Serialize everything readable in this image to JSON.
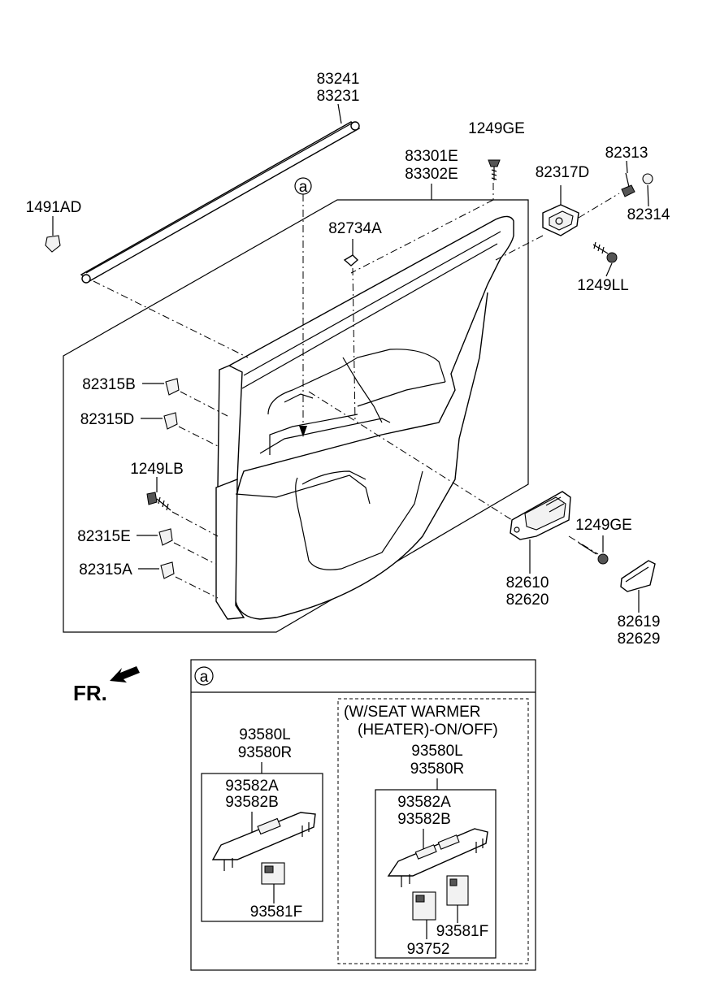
{
  "labels": {
    "l83241": "83241",
    "l83231": "83231",
    "l1249GE_top": "1249GE",
    "l83301E": "83301E",
    "l83302E": "83302E",
    "l82317D": "82317D",
    "l82313": "82313",
    "l82314": "82314",
    "l1491AD": "1491AD",
    "l82734A": "82734A",
    "l1249LL": "1249LL",
    "l82315B": "82315B",
    "l82315D": "82315D",
    "l1249LB": "1249LB",
    "l82315E": "82315E",
    "l82315A": "82315A",
    "l1249GE_bot": "1249GE",
    "l82610": "82610",
    "l82620": "82620",
    "l82619": "82619",
    "l82629": "82629",
    "callout_a": "a",
    "fr": "FR."
  },
  "detail": {
    "tag": "a",
    "warmer_line1": "(W/SEAT WARMER",
    "warmer_line2": "(HEATER)-ON/OFF)",
    "left": {
      "l93580L": "93580L",
      "l93580R": "93580R",
      "l93582A": "93582A",
      "l93582B": "93582B",
      "l93581F": "93581F"
    },
    "right": {
      "l93580L": "93580L",
      "l93580R": "93580R",
      "l93582A": "93582A",
      "l93582B": "93582B",
      "l93581F": "93581F",
      "l93752": "93752"
    }
  }
}
